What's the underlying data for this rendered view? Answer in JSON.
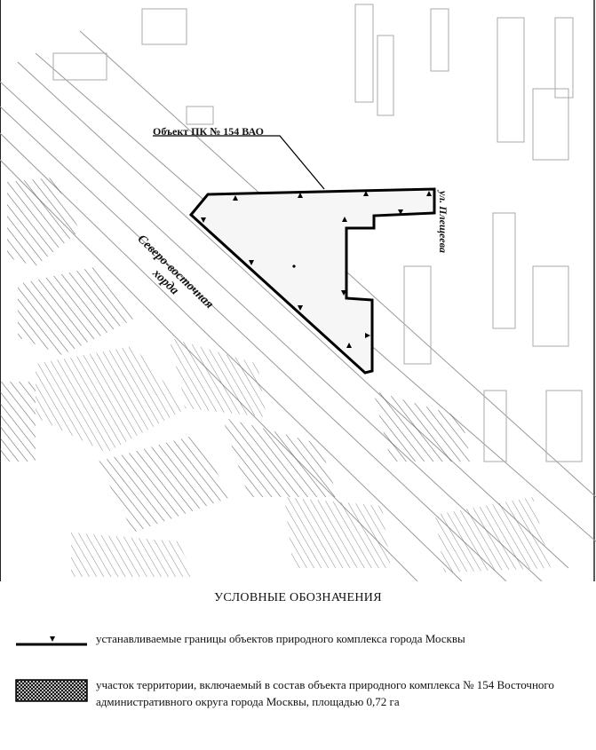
{
  "map": {
    "object_label": "Объект ПК № 154 ВАО",
    "street_label": "ул. Плещеева",
    "road_label_line1": "Северо-восточная",
    "road_label_line2": "хорда"
  },
  "legend": {
    "title": "УСЛОВНЫЕ ОБОЗНАЧЕНИЯ",
    "items": [
      {
        "text": "устанавливаемые границы объектов природного комплекса города Москвы",
        "symbol": "boundary-line"
      },
      {
        "text": "участок территории, включаемый в состав объекта природного комплекса № 154 Восточного административного округа города Москвы, площадью 0,72 га",
        "symbol": "crosshatch-area"
      }
    ]
  }
}
